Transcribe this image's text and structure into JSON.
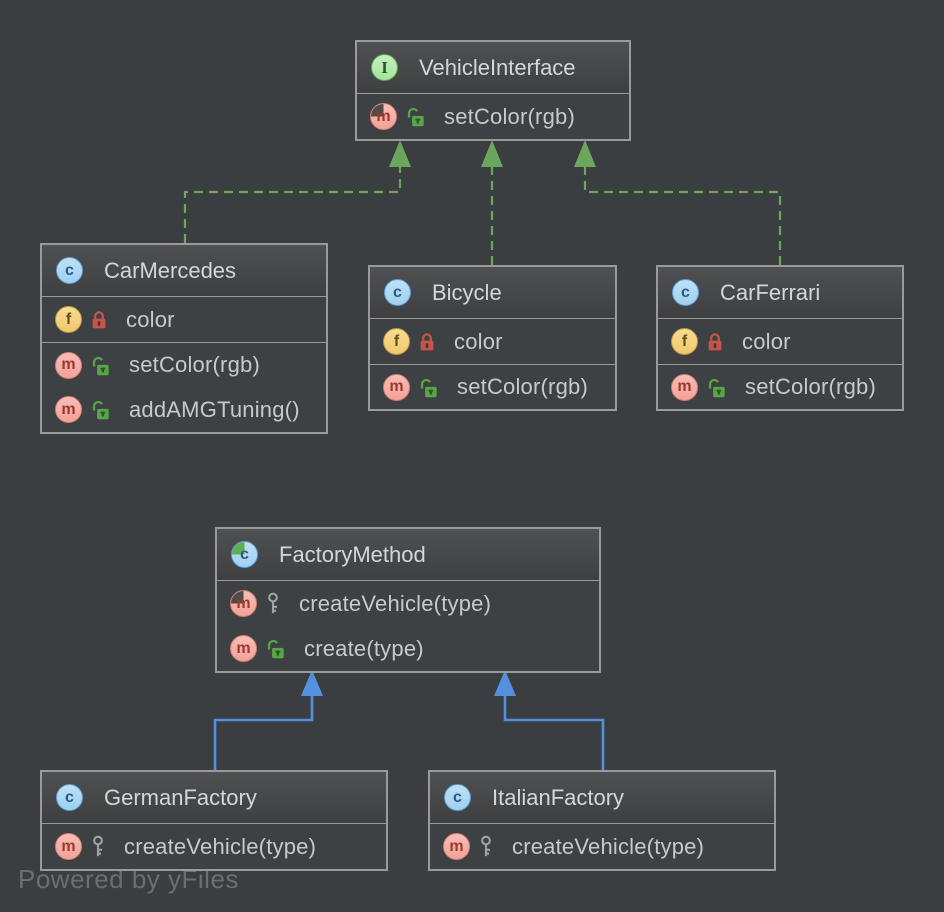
{
  "watermark": "Powered by yFiles",
  "icon_letters": {
    "class": "c",
    "interface": "I",
    "field": "f",
    "method": "m"
  },
  "colors": {
    "canvas_bg": "#3b3e40",
    "node_border": "#9a9a9a",
    "header_top": "#4e5052",
    "header_bottom": "#3d3f41",
    "body_bg": "#3e4144",
    "title_text": "#d4d6d8",
    "member_text": "#c7c9cb",
    "implements": "#6aa65c",
    "extends": "#5590e0",
    "class_icon": "#9fd0f0",
    "interface_icon": "#a5e39c",
    "field_icon": "#efc86d",
    "method_icon": "#f2a29a",
    "private_lock": "#c4554d",
    "public_lock": "#57a648",
    "protected_key": "#9da3a6",
    "watermark_text": "#6b6f71"
  },
  "nodes": [
    {
      "title": "VehicleInterface",
      "stereotype": "interface",
      "members": [
        {
          "label": "setColor(rgb)",
          "kind": "abstract-method",
          "visibility": "public"
        }
      ]
    },
    {
      "title": "CarMercedes",
      "stereotype": "class",
      "members": [
        {
          "label": "color",
          "kind": "field",
          "visibility": "private"
        },
        {
          "label": "setColor(rgb)",
          "kind": "method",
          "visibility": "public"
        },
        {
          "label": "addAMGTuning()",
          "kind": "method",
          "visibility": "public"
        }
      ]
    },
    {
      "title": "Bicycle",
      "stereotype": "class",
      "members": [
        {
          "label": "color",
          "kind": "field",
          "visibility": "private"
        },
        {
          "label": "setColor(rgb)",
          "kind": "method",
          "visibility": "public"
        }
      ]
    },
    {
      "title": "CarFerrari",
      "stereotype": "class",
      "members": [
        {
          "label": "color",
          "kind": "field",
          "visibility": "private"
        },
        {
          "label": "setColor(rgb)",
          "kind": "method",
          "visibility": "public"
        }
      ]
    },
    {
      "title": "FactoryMethod",
      "stereotype": "abstract-class",
      "members": [
        {
          "label": "createVehicle(type)",
          "kind": "abstract-method",
          "visibility": "protected"
        },
        {
          "label": "create(type)",
          "kind": "method",
          "visibility": "public"
        }
      ]
    },
    {
      "title": "GermanFactory",
      "stereotype": "class",
      "members": [
        {
          "label": "createVehicle(type)",
          "kind": "method",
          "visibility": "protected"
        }
      ]
    },
    {
      "title": "ItalianFactory",
      "stereotype": "class",
      "members": [
        {
          "label": "createVehicle(type)",
          "kind": "method",
          "visibility": "protected"
        }
      ]
    }
  ],
  "edges": [
    {
      "from": "CarMercedes",
      "to": "VehicleInterface",
      "type": "implements"
    },
    {
      "from": "Bicycle",
      "to": "VehicleInterface",
      "type": "implements"
    },
    {
      "from": "CarFerrari",
      "to": "VehicleInterface",
      "type": "implements"
    },
    {
      "from": "GermanFactory",
      "to": "FactoryMethod",
      "type": "extends"
    },
    {
      "from": "ItalianFactory",
      "to": "FactoryMethod",
      "type": "extends"
    }
  ]
}
